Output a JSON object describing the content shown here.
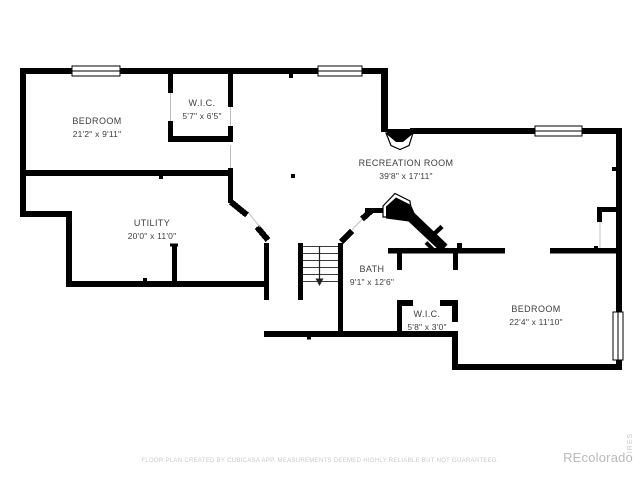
{
  "rooms": [
    {
      "id": "bedroom-1",
      "name": "BEDROOM",
      "dims": "21'2\" x 9'11\""
    },
    {
      "id": "wic-1",
      "name": "W.I.C.",
      "dims": "5'7\" x 6'5\""
    },
    {
      "id": "recreation-room",
      "name": "RECREATION ROOM",
      "dims": "39'8\" x 17'11\""
    },
    {
      "id": "utility",
      "name": "UTILITY",
      "dims": "20'0\" x 11'0\""
    },
    {
      "id": "bath",
      "name": "BATH",
      "dims": "9'1\" x 12'6\""
    },
    {
      "id": "wic-2",
      "name": "W.I.C.",
      "dims": "5'8\" x 3'0\""
    },
    {
      "id": "bedroom-2",
      "name": "BEDROOM",
      "dims": "22'4\" x 11'10\""
    }
  ],
  "watermarks": {
    "disclaimer": "FLOOR PLAN CREATED BY CUBICASA APP. MEASUREMENTS DEEMED HIGHLY RELIABLE BUT NOT GUARANTEED.",
    "brand": "REcolorado",
    "brand_vertical": "IRES"
  },
  "colors": {
    "wall": "#000000",
    "label": "#3d3d3d",
    "watermark": "#b9b9b9",
    "disclaimer": "#c9c9c9",
    "background": "#ffffff"
  }
}
